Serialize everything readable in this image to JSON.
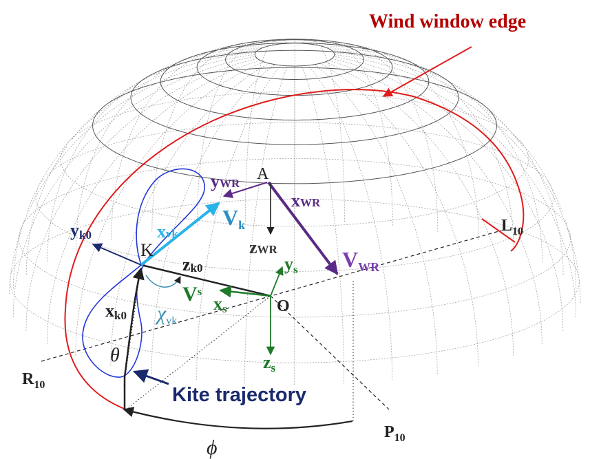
{
  "colors": {
    "window_edge": "#e01c1c",
    "window_title": "#b30000",
    "navy": "#1a2a6c",
    "purple": "#5b2a86",
    "teal": "#3a8fb0",
    "cyan": "#28b4e8",
    "green": "#1f7a2a",
    "blue_loop": "#2438d6",
    "dark": "#222222"
  },
  "labels": {
    "wind_window_edge": "Wind window edge",
    "kite_trajectory": "Kite trajectory",
    "A": "A",
    "O": "O",
    "K": "K",
    "y_wr": {
      "base": "y",
      "sub": "WR"
    },
    "x_wr": {
      "base": "x",
      "sub": "WR"
    },
    "z_wr": {
      "base": "z",
      "sub": "WR"
    },
    "v_wr": {
      "base": "V",
      "sub": "WR"
    },
    "y_k0": {
      "base": "y",
      "sub": "k0"
    },
    "x_k0": {
      "base": "x",
      "sub": "k0"
    },
    "z_k0": {
      "base": "z",
      "sub": "k0"
    },
    "x_vk": {
      "base": "x",
      "sub": "vk"
    },
    "v_k": {
      "base": "V",
      "sub": "k"
    },
    "chi_vk": {
      "base": "χ",
      "sub": "vk"
    },
    "y_s": {
      "base": "y",
      "sub": "s"
    },
    "v_s": {
      "base": "V",
      "sub": "s"
    },
    "x_s": {
      "base": "x",
      "sub": "s"
    },
    "z_s": {
      "base": "z",
      "sub": "s"
    },
    "L10": {
      "base": "L",
      "sub": "10"
    },
    "R10": {
      "base": "R",
      "sub": "10"
    },
    "P10": {
      "base": "P",
      "sub": "10"
    },
    "theta": "θ",
    "phi": "ϕ"
  }
}
